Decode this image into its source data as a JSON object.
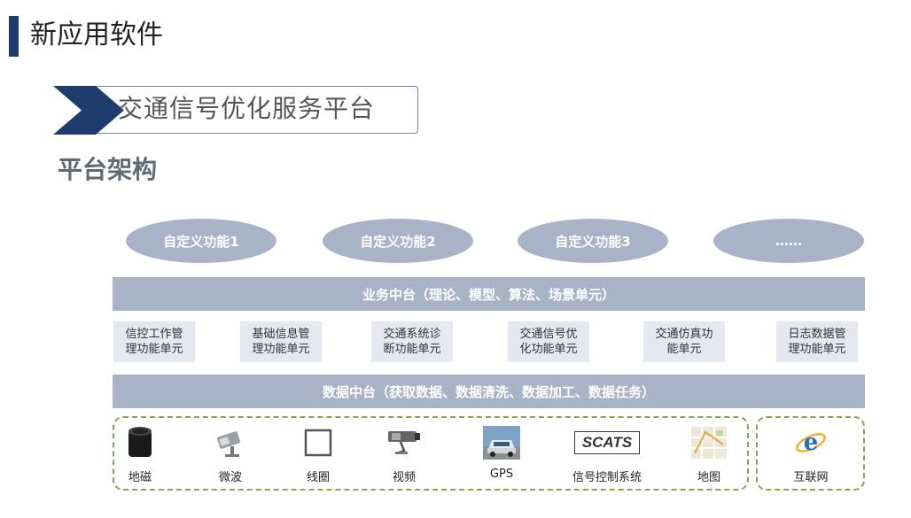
{
  "slide": {
    "title": "新应用软件"
  },
  "banner": {
    "text": "交通信号优化服务平台"
  },
  "section": {
    "heading": "平台架构"
  },
  "custom_functions": [
    "自定义功能1",
    "自定义功能2",
    "自定义功能3",
    "……"
  ],
  "business_platform": {
    "label": "业务中台（理论、模型、算法、场景单元）"
  },
  "function_units": [
    "信控工作管\n理功能单元",
    "基础信息管\n理功能单元",
    "交通系统诊\n断功能单元",
    "交通信号优\n化功能单元",
    "交通仿真功\n能单元",
    "日志数据管\n理功能单元"
  ],
  "data_platform": {
    "label": "数据中台（获取数据、数据清洗、数据加工、数据任务）"
  },
  "data_sources": [
    {
      "label": "地磁",
      "icon": "geomagnetic-sensor-icon"
    },
    {
      "label": "微波",
      "icon": "microwave-radar-icon"
    },
    {
      "label": "线圈",
      "icon": "loop-coil-icon"
    },
    {
      "label": "视频",
      "icon": "video-camera-icon"
    },
    {
      "label": "GPS",
      "icon": "gps-vehicle-icon"
    },
    {
      "label": "信号控制系统",
      "icon": "scats-logo",
      "logo_text": "SCATS"
    },
    {
      "label": "地图",
      "icon": "map-icon"
    }
  ],
  "internet_source": {
    "label": "互联网",
    "icon": "internet-explorer-icon"
  },
  "colors": {
    "accent_dark_blue": "#1f3c6e",
    "band_gray_blue": "#a9b3c8",
    "unit_bg": "#e5e8f0",
    "dashed_green": "#7cab52"
  }
}
